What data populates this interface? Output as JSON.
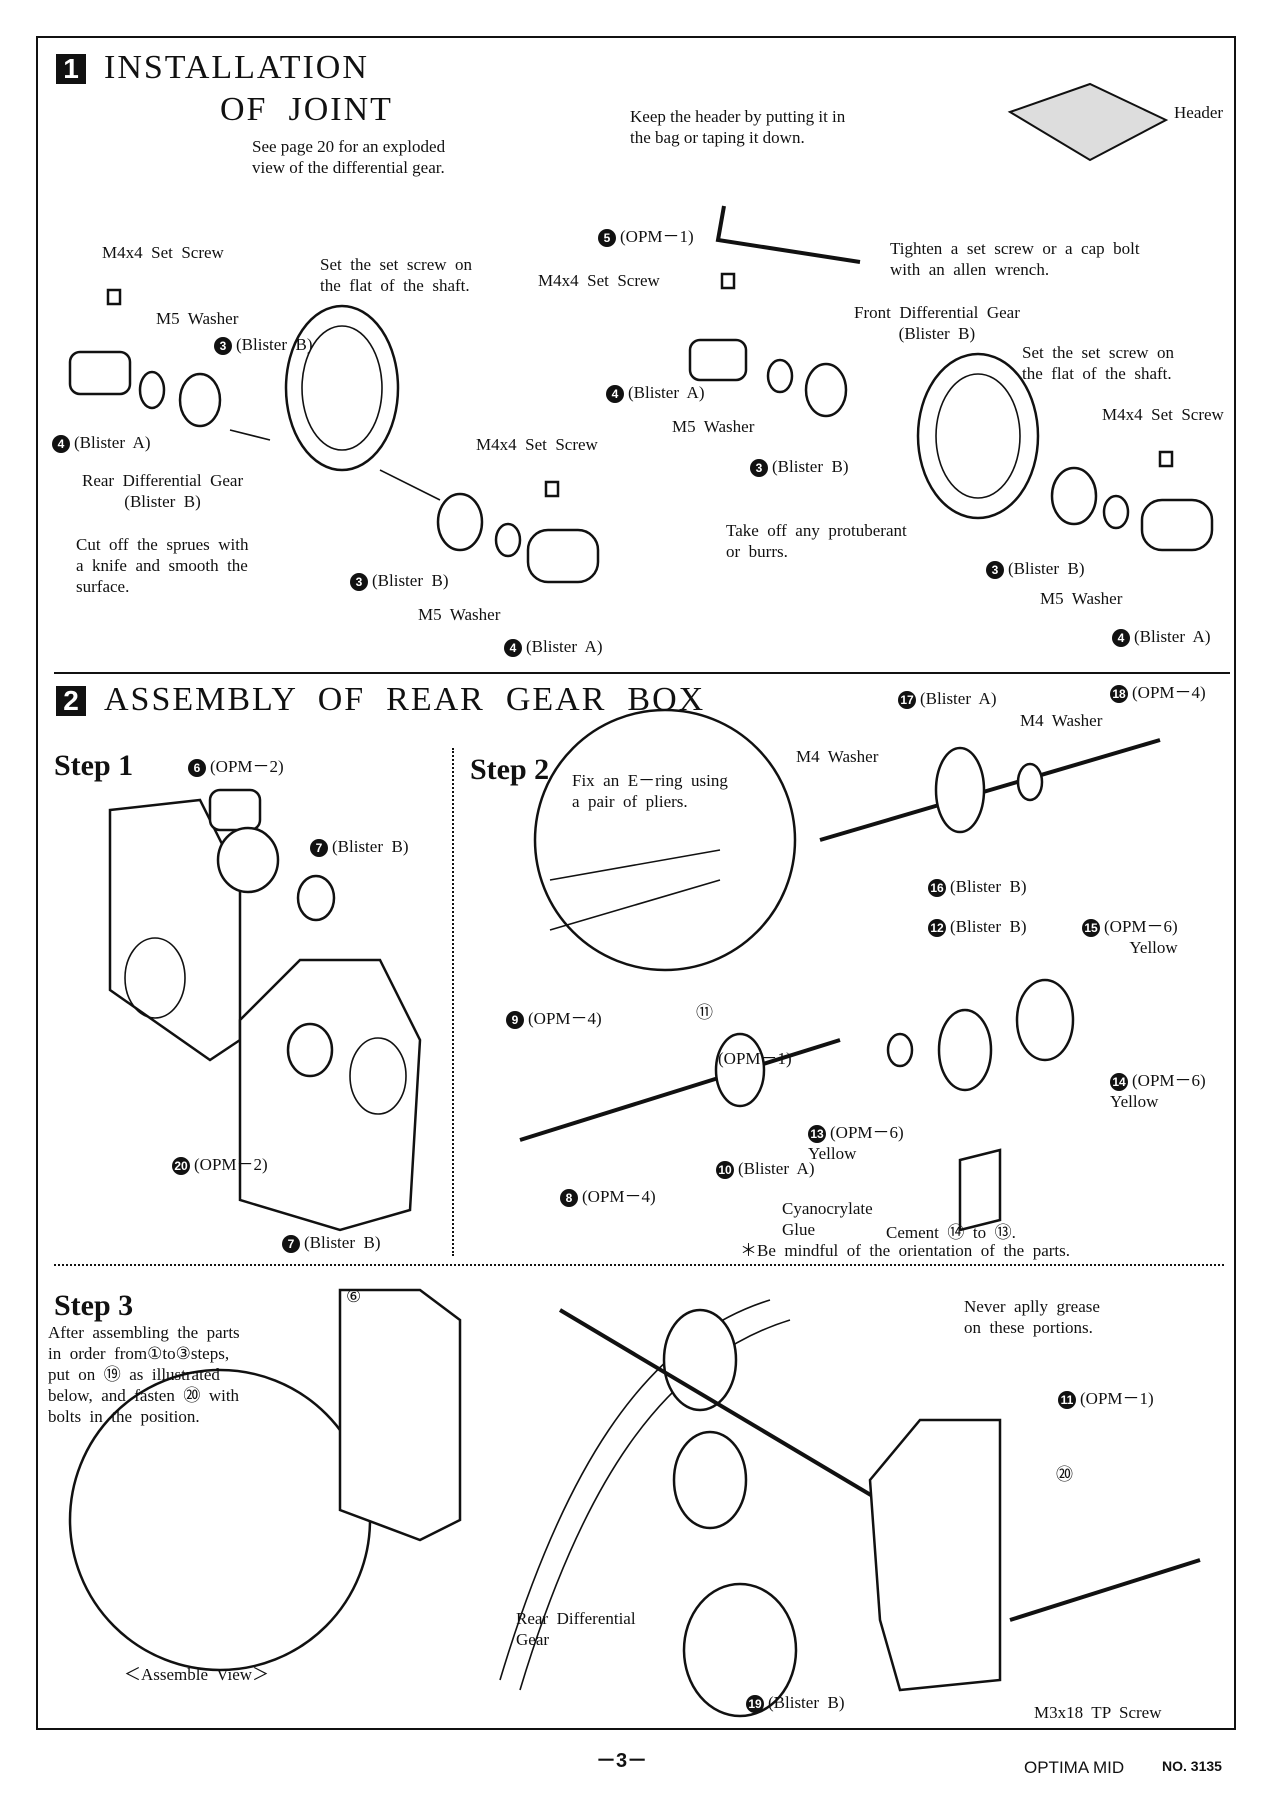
{
  "section1": {
    "badge": "1",
    "title_line1": "INSTALLATION",
    "title_line2": "OF  JOINT",
    "note_page": "See page 20 for an exploded\nview of the differential gear.",
    "note_header": "Keep the header by putting it in\nthe bag or taping it down.",
    "header_label": "Header",
    "left": {
      "set_screw": "M4x4  Set  Screw",
      "set_note": "Set  the  set  screw  on\nthe  flat  of  the  shaft.",
      "washer": "M5  Washer",
      "bearing": "(Blister  B)",
      "joint": "(Blister  A)",
      "diff": "Rear  Differential  Gear\n(Blister  B)",
      "sprue": "Cut  off  the  sprues  with\na  knife  and  smooth  the\nsurface.",
      "screw2": "M4x4  Set  Screw",
      "bearing2": "(Blister  B)",
      "washer2": "M5  Washer",
      "joint2": "(Blister  A)"
    },
    "right": {
      "wrench": "(OPM－1)",
      "tighten": "Tighten  a  set  screw  or  a  cap  bolt\nwith  an  allen  wrench.",
      "set_screw": "M4x4  Set  Screw",
      "diff": "Front  Differential  Gear\n(Blister  B)",
      "set_note": "Set  the  set  screw  on\nthe  flat  of  the  shaft.",
      "joint": "(Blister  A)",
      "washer": "M5  Washer",
      "bearing": "(Blister  B)",
      "screw2": "M4x4  Set  Screw",
      "burr": "Take  off  any  protuberant\nor  burrs.",
      "bearing2": "(Blister  B)",
      "washer2": "M5  Washer",
      "joint2": "(Blister  A)"
    }
  },
  "section2": {
    "badge": "2",
    "title": "ASSEMBLY  OF  REAR  GEAR  BOX",
    "step1": {
      "label": "Step 1",
      "p6": "(OPM－2)",
      "p7": "(Blister  B)",
      "p20": "(OPM－2)",
      "p7b": "(Blister  B)"
    },
    "step2": {
      "label": "Step 2",
      "eringnote": "Fix  an  E－ring  using\na  pair  of  pliers.",
      "p17": "(Blister  A)",
      "p18": "(OPM－4)",
      "washer_a": "M4  Washer",
      "washer_b": "M4  Washer",
      "p16": "(Blister  B)",
      "p12": "(Blister  B)",
      "p15": "(OPM－6)\nYellow",
      "p9": "(OPM－4)",
      "p11": "⑪",
      "opm1": "(OPM－1)",
      "p14": "(OPM－6)\nYellow",
      "p13": "(OPM－6)\nYellow",
      "p10": "(Blister  A)",
      "p8": "(OPM－4)",
      "glue": "Cyanocrylate\nGlue",
      "cement": "Cement  ⑭  to  ⑬.",
      "mindful": "＊Be  mindful  of  the  orientation  of  the  parts."
    },
    "step3": {
      "label": "Step 3",
      "instruction": "After  assembling  the  parts\nin  order  from①to③steps,\nput  on  ⑲  as  illustrated\nbelow,  and  fasten  ⑳  with\nbolts  in  the  position.",
      "never": "Never  aplly  grease\non  these  portions.",
      "p11": "(OPM－1)",
      "diff": "Rear  Differential\nGear",
      "p19": "(Blister  B)",
      "screw": "M3x18  TP  Screw",
      "view": "＜Assemble  View＞",
      "n6": "⑥",
      "n20": "⑳"
    }
  },
  "footer": {
    "page": "－3－",
    "model": "OPTIMA  MID",
    "number": "NO. 3135"
  }
}
